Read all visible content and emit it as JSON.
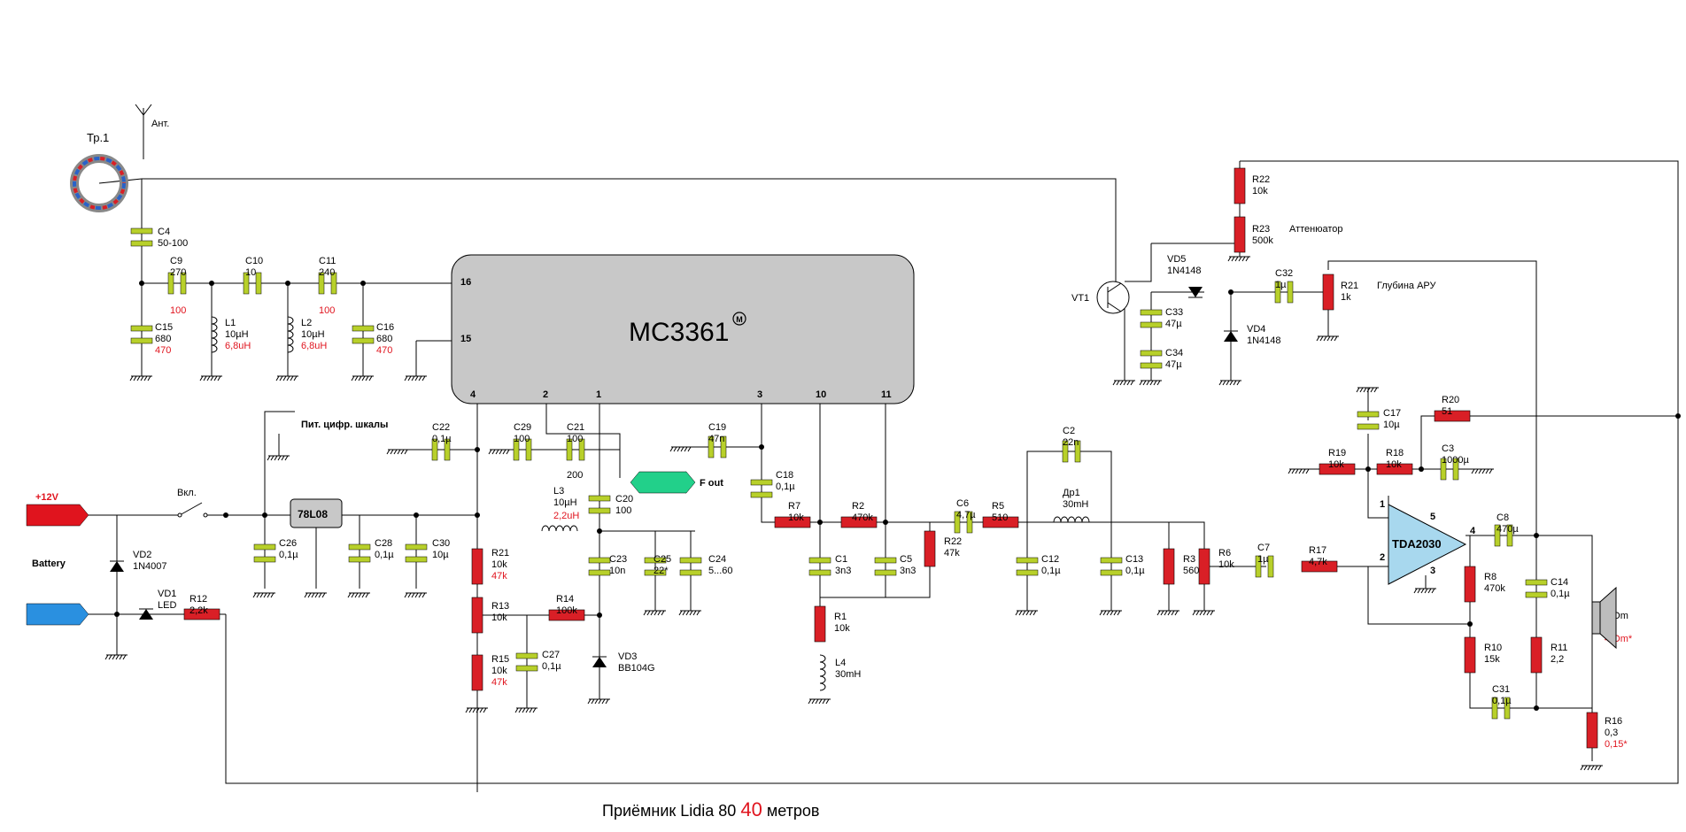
{
  "diagram": {
    "title_prefix": "Приёмник Lidia 80",
    "title_highlight": "40",
    "title_suffix": "метров",
    "chip": {
      "name": "MC3361",
      "logo": "M"
    },
    "chip_pins": [
      "16",
      "15",
      "4",
      "2",
      "1",
      "3",
      "10",
      "11"
    ],
    "amp": {
      "name": "TDA2030",
      "pins": [
        "1",
        "2",
        "3",
        "4",
        "5"
      ]
    },
    "transistor": "VT1",
    "transformer": "Тр.1",
    "antenna": "Ант.",
    "power_label": "+12V",
    "battery_label": "Battery",
    "switch_label": "Вкл.",
    "regulator": "78L08",
    "digital_scale": "Пит. цифр. шкалы",
    "f_out": "F out",
    "components": [
      {
        "ref": "C4",
        "v1": "50-100",
        "v2": ""
      },
      {
        "ref": "C9",
        "v1": "270",
        "v2": "100"
      },
      {
        "ref": "C10",
        "v1": "10",
        "v2": ""
      },
      {
        "ref": "C11",
        "v1": "240",
        "v2": "100"
      },
      {
        "ref": "C15",
        "v1": "680",
        "v2": "470"
      },
      {
        "ref": "L1",
        "v1": "10µH",
        "v2": "6,8uH"
      },
      {
        "ref": "L2",
        "v1": "10µH",
        "v2": "6,8uH"
      },
      {
        "ref": "C16",
        "v1": "680",
        "v2": "470"
      },
      {
        "ref": "C22",
        "v1": "0,1µ",
        "v2": ""
      },
      {
        "ref": "C29",
        "v1": "100",
        "v2": ""
      },
      {
        "ref": "C21",
        "v1": "100",
        "v2": "200"
      },
      {
        "ref": "C19",
        "v1": "47n",
        "v2": ""
      },
      {
        "ref": "C18",
        "v1": "0,1µ",
        "v2": ""
      },
      {
        "ref": "L3",
        "v1": "10µH",
        "v2": "2,2uH"
      },
      {
        "ref": "C20",
        "v1": "100",
        "v2": ""
      },
      {
        "ref": "C23",
        "v1": "10n",
        "v2": ""
      },
      {
        "ref": "C25",
        "v1": "22*",
        "v2": ""
      },
      {
        "ref": "C24",
        "v1": "5...60",
        "v2": ""
      },
      {
        "ref": "VD3",
        "v1": "BB104G",
        "v2": ""
      },
      {
        "ref": "R14",
        "v1": "100k",
        "v2": ""
      },
      {
        "ref": "R21",
        "v1": "10k",
        "v2": "47k"
      },
      {
        "ref": "R13",
        "v1": "10k",
        "v2": ""
      },
      {
        "ref": "R15",
        "v1": "10k",
        "v2": "47k"
      },
      {
        "ref": "C27",
        "v1": "0,1µ",
        "v2": ""
      },
      {
        "ref": "C26",
        "v1": "0,1µ",
        "v2": ""
      },
      {
        "ref": "C28",
        "v1": "0,1µ",
        "v2": ""
      },
      {
        "ref": "C30",
        "v1": "10µ",
        "v2": ""
      },
      {
        "ref": "VD2",
        "v1": "1N4007",
        "v2": ""
      },
      {
        "ref": "VD1",
        "v1": "LED",
        "v2": ""
      },
      {
        "ref": "R12",
        "v1": "2,2k",
        "v2": ""
      },
      {
        "ref": "R7",
        "v1": "10k",
        "v2": ""
      },
      {
        "ref": "R2",
        "v1": "470k",
        "v2": ""
      },
      {
        "ref": "C1",
        "v1": "3n3",
        "v2": ""
      },
      {
        "ref": "C5",
        "v1": "3n3",
        "v2": ""
      },
      {
        "ref": "R22b",
        "v1": "47k",
        "v2": ""
      },
      {
        "ref": "R1",
        "v1": "10k",
        "v2": ""
      },
      {
        "ref": "L4",
        "v1": "30mH",
        "v2": ""
      },
      {
        "ref": "C6",
        "v1": "4,7µ",
        "v2": ""
      },
      {
        "ref": "R5",
        "v1": "510",
        "v2": ""
      },
      {
        "ref": "C2",
        "v1": "22n",
        "v2": ""
      },
      {
        "ref": "Др1",
        "v1": "30mH",
        "v2": ""
      },
      {
        "ref": "C12",
        "v1": "0,1µ",
        "v2": ""
      },
      {
        "ref": "C13",
        "v1": "0,1µ",
        "v2": ""
      },
      {
        "ref": "R3",
        "v1": "560",
        "v2": ""
      },
      {
        "ref": "R6",
        "v1": "10k",
        "v2": ""
      },
      {
        "ref": "C7",
        "v1": "1µ",
        "v2": ""
      },
      {
        "ref": "R17",
        "v1": "4,7k",
        "v2": ""
      },
      {
        "ref": "R22",
        "v1": "10k",
        "v2": ""
      },
      {
        "ref": "R23",
        "v1": "500k",
        "v2": "Аттенюатор"
      },
      {
        "ref": "VD5",
        "v1": "1N4148",
        "v2": ""
      },
      {
        "ref": "C32",
        "v1": "1µ",
        "v2": ""
      },
      {
        "ref": "R21b",
        "v1": "1k",
        "v2": "Глубина АРУ"
      },
      {
        "ref": "C33",
        "v1": "47µ",
        "v2": ""
      },
      {
        "ref": "C34",
        "v1": "47µ",
        "v2": ""
      },
      {
        "ref": "VD4",
        "v1": "1N4148",
        "v2": ""
      },
      {
        "ref": "C17",
        "v1": "10µ",
        "v2": ""
      },
      {
        "ref": "R20",
        "v1": "51",
        "v2": ""
      },
      {
        "ref": "R19",
        "v1": "10k",
        "v2": ""
      },
      {
        "ref": "R18",
        "v1": "10k",
        "v2": ""
      },
      {
        "ref": "C3",
        "v1": "1000µ",
        "v2": ""
      },
      {
        "ref": "C8",
        "v1": "470µ",
        "v2": ""
      },
      {
        "ref": "R8",
        "v1": "470k",
        "v2": ""
      },
      {
        "ref": "R10",
        "v1": "15k",
        "v2": ""
      },
      {
        "ref": "C31",
        "v1": "0,1µ",
        "v2": ""
      },
      {
        "ref": "C14",
        "v1": "0,1µ",
        "v2": ""
      },
      {
        "ref": "R11",
        "v1": "2,2",
        "v2": ""
      },
      {
        "ref": "Ls",
        "v1": "8 Om",
        "v2": "4 Om*"
      },
      {
        "ref": "R16",
        "v1": "0,3",
        "v2": "0,15*"
      }
    ]
  }
}
